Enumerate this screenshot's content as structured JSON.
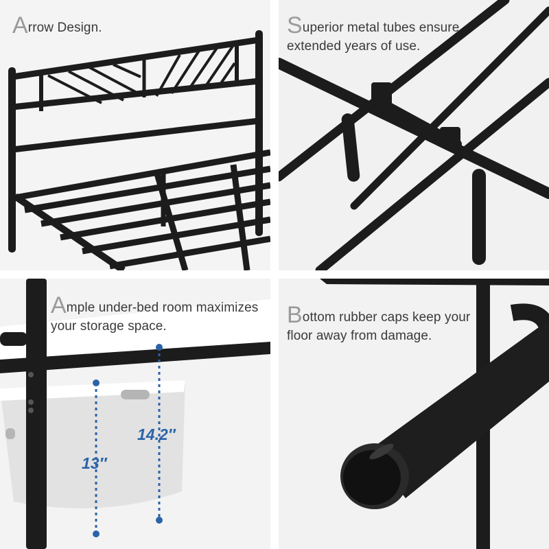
{
  "panels": [
    {
      "initial": "A",
      "rest": "rrow Design."
    },
    {
      "initial": "S",
      "rest": "uperior metal tubes ensure extended years of use."
    },
    {
      "initial": "A",
      "rest": "mple under-bed room maximizes your storage space."
    },
    {
      "initial": "B",
      "rest": "ottom rubber caps keep your floor away from damage."
    }
  ],
  "measurements": {
    "clearance_bed": "14.2″",
    "clearance_box": "13″"
  },
  "colors": {
    "metal": "#1c1c1c",
    "dimension_line": "#2b63a8",
    "caption_text": "#3a3a3a",
    "caption_initial": "#9a9a9a"
  }
}
